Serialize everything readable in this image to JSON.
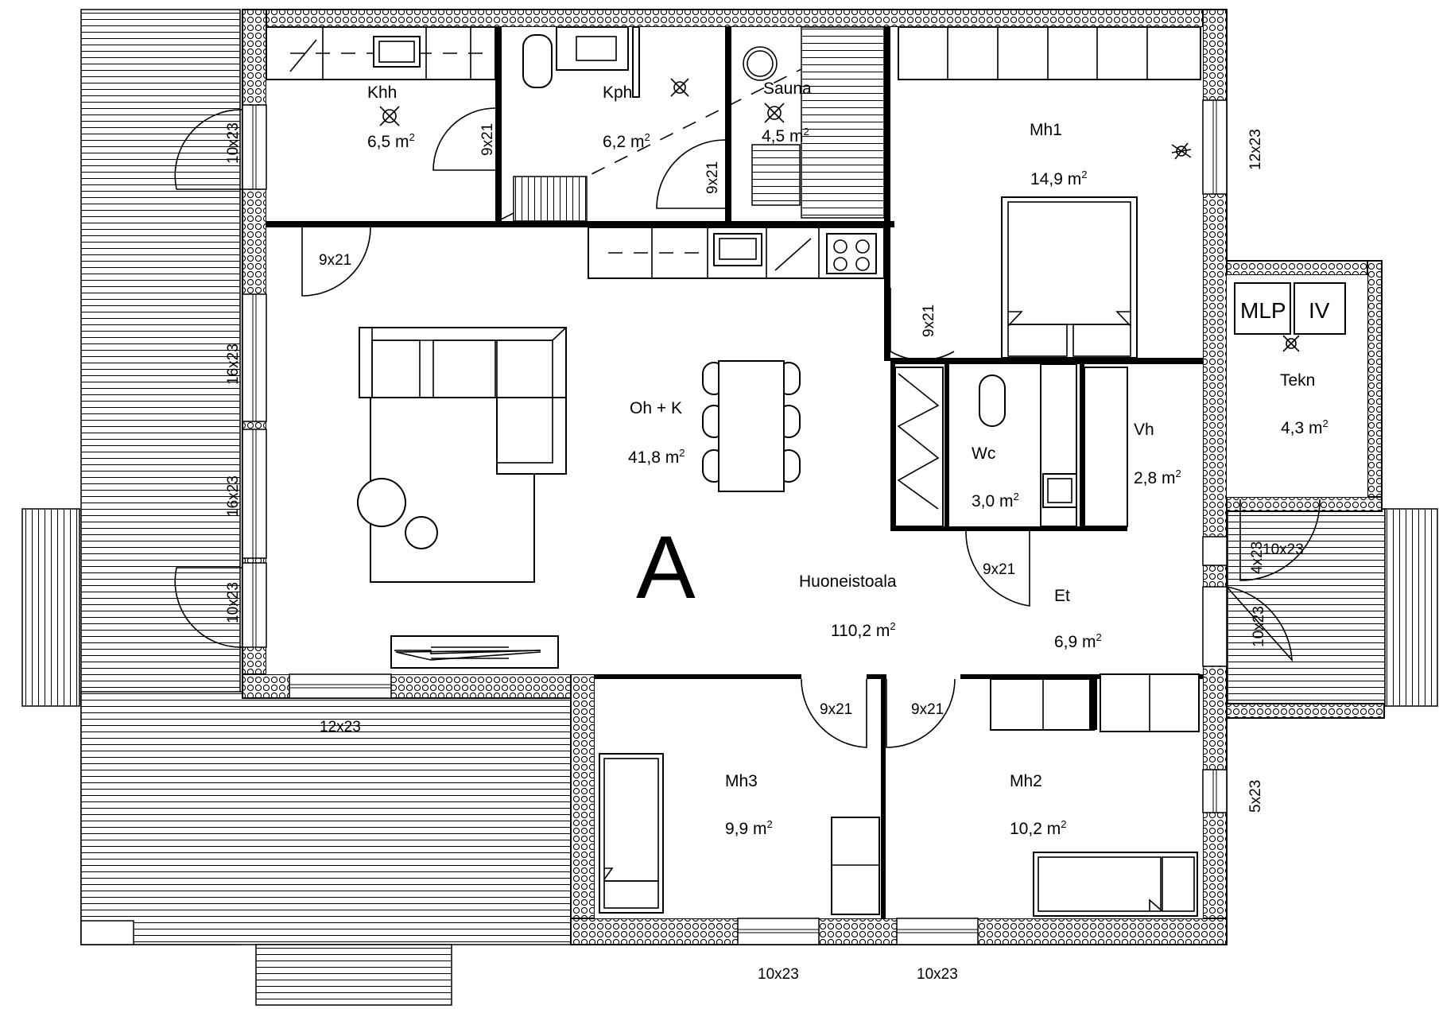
{
  "apartment": {
    "letter": "A",
    "total_area_label": "Huoneistoala",
    "total_area_value": "110,2",
    "unit": "m",
    "unit_power": "2"
  },
  "rooms": [
    {
      "id": "khh",
      "name": "Khh",
      "area": "6,5"
    },
    {
      "id": "kph",
      "name": "Kph",
      "area": "6,2"
    },
    {
      "id": "sauna",
      "name": "Sauna",
      "area": "4,5"
    },
    {
      "id": "mh1",
      "name": "Mh1",
      "area": "14,9"
    },
    {
      "id": "oh-k",
      "name": "Oh + K",
      "area": "41,8"
    },
    {
      "id": "wc",
      "name": "Wc",
      "area": "3,0"
    },
    {
      "id": "vh",
      "name": "Vh",
      "area": "2,8"
    },
    {
      "id": "tekn",
      "name": "Tekn",
      "area": "4,3"
    },
    {
      "id": "et",
      "name": "Et",
      "area": "6,9"
    },
    {
      "id": "mh3",
      "name": "Mh3",
      "area": "9,9"
    },
    {
      "id": "mh2",
      "name": "Mh2",
      "area": "10,2"
    }
  ],
  "door_labels": [
    "9x21",
    "9x21",
    "9x21",
    "9x21",
    "9x21",
    "9x21",
    "9x21"
  ],
  "window_labels": [
    "10x23",
    "16x23",
    "16x23",
    "10x23",
    "12x23",
    "12x23",
    "4x23",
    "10x23",
    "10x23",
    "5x23",
    "10x23",
    "10x23"
  ],
  "equipment": [
    "MLP",
    "IV"
  ]
}
